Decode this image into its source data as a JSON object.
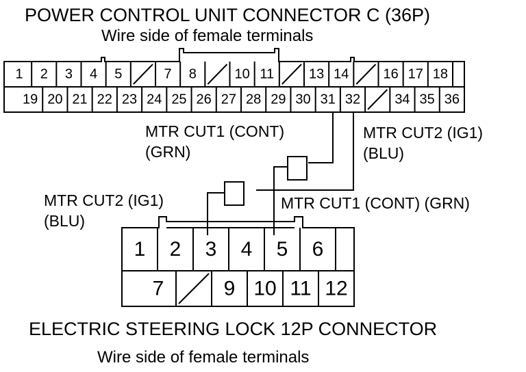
{
  "top_connector": {
    "title": "POWER CONTROL UNIT CONNECTOR C (36P)",
    "subtitle": "Wire side of female terminals",
    "row1": [
      "1",
      "2",
      "3",
      "4",
      "5",
      "",
      "7",
      "8",
      "",
      "10",
      "11",
      "",
      "13",
      "14",
      "",
      "16",
      "17",
      "18"
    ],
    "row2": [
      "19",
      "20",
      "21",
      "22",
      "23",
      "24",
      "25",
      "26",
      "27",
      "28",
      "29",
      "30",
      "31",
      "32",
      "",
      "34",
      "35",
      "36"
    ]
  },
  "bottom_connector": {
    "title": "ELECTRIC STEERING LOCK 12P CONNECTOR",
    "subtitle": "Wire side of female terminals",
    "row1": [
      "1",
      "2",
      "3",
      "4",
      "5",
      "6"
    ],
    "row2": [
      "7",
      "",
      "9",
      "10",
      "11",
      "12"
    ]
  },
  "labels": {
    "top_cut1_line1": "MTR CUT1 (CONT)",
    "top_cut1_line2": "(GRN)",
    "top_cut2_line1": "MTR CUT2 (IG1)",
    "top_cut2_line2": "(BLU)",
    "bottom_cut2_line1": "MTR CUT2 (IG1)",
    "bottom_cut2_line2": "(BLU)",
    "bottom_cut1": "MTR CUT1 (CONT) (GRN)"
  }
}
